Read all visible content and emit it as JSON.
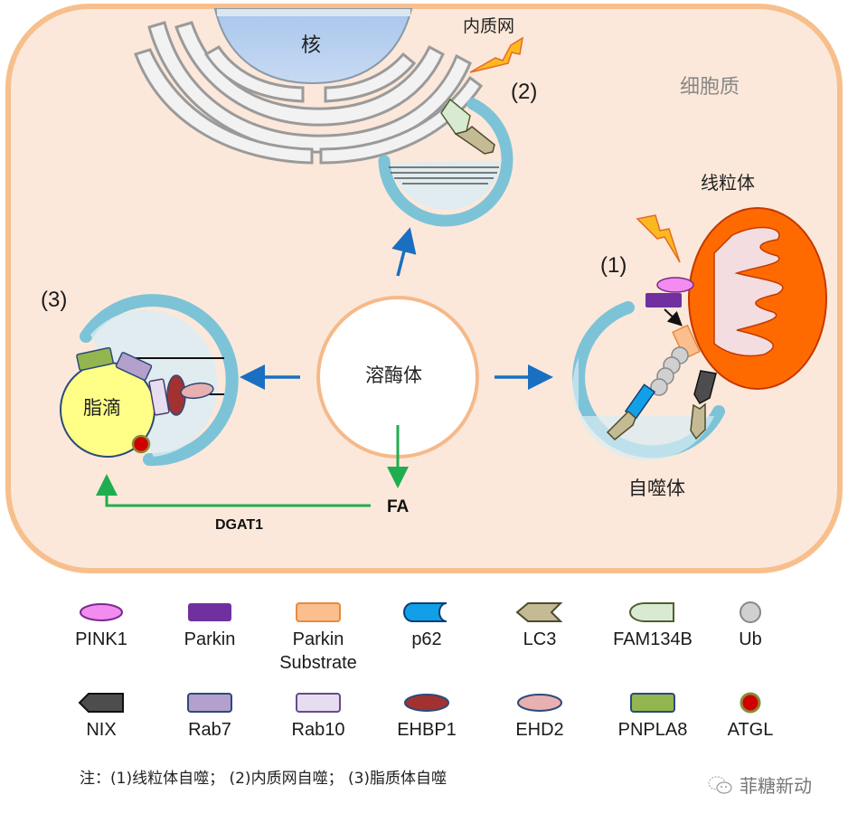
{
  "labels": {
    "nucleus": "核",
    "er": "内质网",
    "cytoplasm": "细胞质",
    "mitochondrion": "线粒体",
    "lysosome": "溶酶体",
    "lipid_droplet": "脂滴",
    "autophagosome": "自噬体",
    "fa": "FA",
    "dgat1": "DGAT1",
    "step1": "(1)",
    "step2": "(2)",
    "step3": "(3)"
  },
  "legend": [
    {
      "name": "PINK1",
      "icon": "pink-ellipse",
      "color": "#f28cf0"
    },
    {
      "name": "Parkin",
      "icon": "purple-rect",
      "color": "#7030a0"
    },
    {
      "name": "Parkin\nSubstrate",
      "line1": "Parkin",
      "line2": "Substrate",
      "icon": "orange-rect",
      "color": "#fbbf8f"
    },
    {
      "name": "p62",
      "icon": "blue-notched-bar",
      "color": "#11a0e8"
    },
    {
      "name": "LC3",
      "icon": "tan-arrow-tag",
      "color": "#c4bb94"
    },
    {
      "name": "FAM134B",
      "icon": "green-bullet",
      "color": "#d9ead3"
    },
    {
      "name": "Ub",
      "icon": "grey-circle",
      "color": "#d0d0d0"
    },
    {
      "name": "NIX",
      "icon": "dark-pentagon-tag",
      "color": "#4d4d4d"
    },
    {
      "name": "Rab7",
      "icon": "lavender-rect",
      "color": "#b4a0cc"
    },
    {
      "name": "Rab10",
      "icon": "pale-lavender-rect",
      "color": "#e6def0"
    },
    {
      "name": "EHBP1",
      "icon": "darkred-ellipse",
      "color": "#a23232"
    },
    {
      "name": "EHD2",
      "icon": "pink-ellipse-2",
      "color": "#e8b0b0"
    },
    {
      "name": "PNPLA8",
      "icon": "green-rect",
      "color": "#92b550"
    },
    {
      "name": "ATGL",
      "icon": "red-dot",
      "color": "#d00000"
    }
  ],
  "note": "注：(1)线粒体自噬； (2)内质网自噬； (3)脂质体自噬",
  "watermark": "菲糖新动",
  "colors": {
    "cell_fill": "#fce8da",
    "cell_border": "#f7bf8c",
    "autophagy_arrow": "#1a6fc0",
    "lipid_arrow": "#1fae4f",
    "mito_fill": "#ff6a00",
    "nucleus_fill": "#b8d0ee"
  }
}
